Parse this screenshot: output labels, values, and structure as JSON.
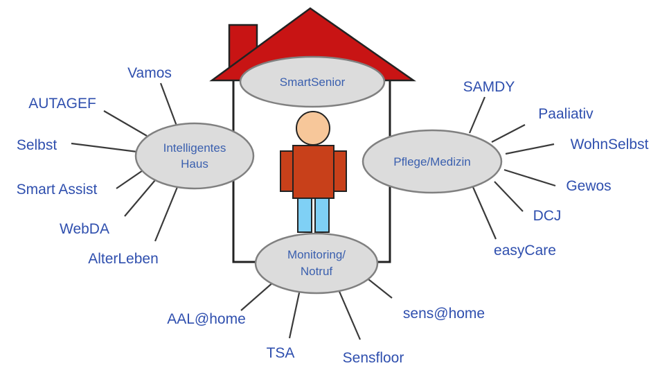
{
  "hubs": {
    "top": {
      "lines": [
        "SmartSenior"
      ]
    },
    "left": {
      "lines": [
        "Intelligentes",
        "Haus"
      ]
    },
    "right": {
      "lines": [
        "Pflege/Medizin"
      ]
    },
    "bottom": {
      "lines": [
        "Monitoring/",
        "Notruf"
      ]
    }
  },
  "projects": {
    "left": [
      "Vamos",
      "AUTAGEF",
      "Selbst",
      "Smart Assist",
      "WebDA",
      "AlterLeben"
    ],
    "right": [
      "SAMDY",
      "Paaliativ",
      "WohnSelbst",
      "Gewos",
      "DCJ",
      "easyCare"
    ],
    "bottom": [
      "AAL@home",
      "TSA",
      "Sensfloor",
      "sens@home"
    ]
  },
  "colors": {
    "roof": "#c81414",
    "head": "#f7c79a",
    "body": "#c8401a",
    "legs": "#7fd0f5",
    "label_text": "#2f4fae",
    "ellipse_fill": "#dcdcdc"
  }
}
